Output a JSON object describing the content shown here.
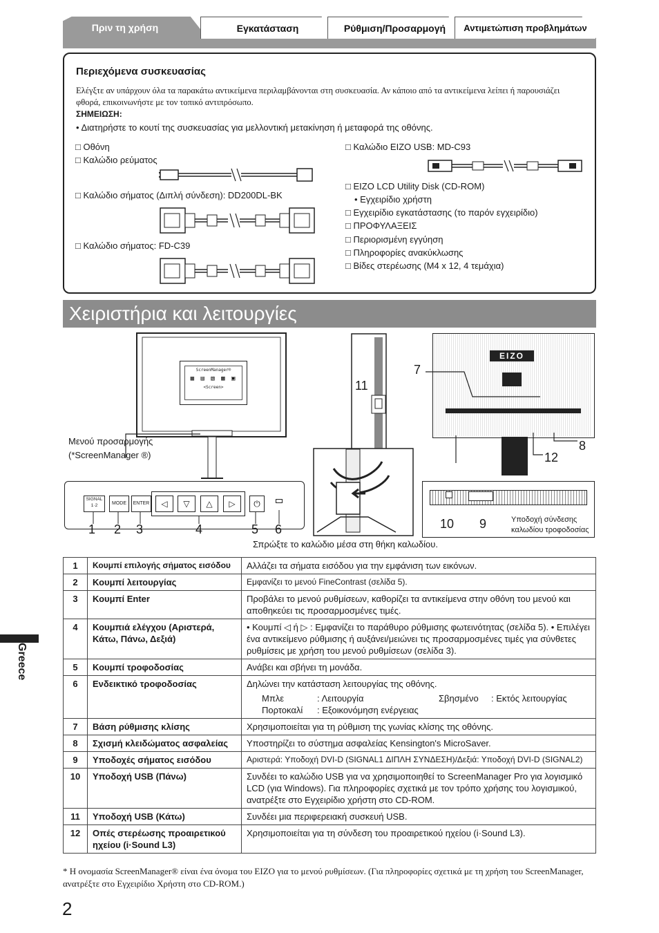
{
  "tabs": [
    "Πριν τη χρήση",
    "Εγκατάσταση",
    "Ρύθμιση/Προσαρμογή",
    "Αντιμετώπιση προβλημάτων"
  ],
  "package": {
    "title": "Περιεχόμενα συσκευασίας",
    "intro": "Ελέγξτε αν υπάρχουν όλα τα παρακάτω αντικείμενα περιλαμβάνονται στη συσκευασία. Αν κάποιο από τα αντικείμενα λείπει ή παρουσιάζει φθορά, επικοινωνήστε με τον τοπικό αντιπρόσωπο.",
    "note_label": "ΣΗΜΕΙΩΣΗ:",
    "note_bullet": "• Διατηρήστε το κουτί της συσκευασίας για μελλοντική μετακίνηση ή μεταφορά της οθόνης.",
    "left_items": [
      "□ Οθόνη",
      "□ Καλώδιο ρεύματος",
      "□ Καλώδιο σήματος (Διπλή σύνδεση): DD200DL-BK",
      "□ Καλώδιο σήματος: FD-C39"
    ],
    "right_items": [
      "□ Καλώδιο EIZO USB: MD-C93",
      "□ EIZO LCD Utility Disk (CD-ROM)",
      "• Εγχειρίδιο χρήστη",
      "□ Εγχειρίδιο εγκατάστασης (το παρόν εγχειρίδιο)",
      "□ ΠΡΟΦΥΛΑΞΕΙΣ",
      "□ Περιορισμένη εγγύηση",
      "□ Πληροφορίες ανακύκλωσης",
      "□ Βίδες στερέωσης (M4 x 12, 4 τεμάχια)"
    ]
  },
  "section_title": "Χειριστήρια και λειτουργίες",
  "diagram": {
    "screen_title": "ScreenManager®",
    "screen_sub": "<Screen>",
    "menu_label_1": "Μενού προσαρμογής",
    "menu_label_2": "(*ScreenManager ®)",
    "buttons": [
      "SIGNAL 1·2",
      "MODE",
      "ENTER"
    ],
    "bottom_numbers": [
      "1",
      "2",
      "3",
      "4",
      "5",
      "6"
    ],
    "logo": "EIZO",
    "rear_numbers": [
      "7",
      "11",
      "8",
      "12",
      "10",
      "9"
    ],
    "power_label": "Υποδοχή σύνδεσης καλωδίου τροφοδοσίας",
    "cable_caption": "Σπρώξτε το καλώδιο μέσα στη θήκη καλωδίου."
  },
  "table": [
    {
      "n": "1",
      "name": "Κουμπί επιλογής σήματος εισόδου",
      "desc": "Αλλάζει τα σήματα εισόδου για την εμφάνιση των εικόνων."
    },
    {
      "n": "2",
      "name": "Κουμπί λειτουργίας",
      "desc": "Εμφανίζει το μενού FineContrast (σελίδα 5)."
    },
    {
      "n": "3",
      "name": "Κουμπί Enter",
      "desc": "Προβάλει το μενού ρυθμίσεων, καθορίζει τα αντικείμενα στην οθόνη του μενού και αποθηκεύει τις προσαρμοσμένες τιμές."
    },
    {
      "n": "4",
      "name": "Κουμπιά ελέγχου (Αριστερά, Κάτω, Πάνω, Δεξιά)",
      "desc": "• Κουμπί ◁ ή ▷ : Εμφανίζει το παράθυρο ρύθμισης φωτεινότητας (σελίδα 5). • Επιλέγει ένα αντικείμενο ρύθμισης ή αυξάνει/μειώνει τις προσαρμοσμένες τιμές για σύνθετες ρυθμίσεις με χρήση του μενού ρυθμίσεων (σελίδα 3)."
    },
    {
      "n": "5",
      "name": "Κουμπί τροφοδοσίας",
      "desc": "Ανάβει και σβήνει τη μονάδα."
    },
    {
      "n": "6",
      "name": "Ενδεικτικό τροφοδοσίας",
      "desc": "Δηλώνει την κατάσταση λειτουργίας της οθόνης.",
      "states": [
        "Μπλε",
        ": Λειτουργία",
        "Σβησμένο",
        ": Εκτός λειτουργίας",
        "Πορτοκαλί",
        ": Εξοικονόμηση ενέργειας"
      ]
    },
    {
      "n": "7",
      "name": "Βάση ρύθμισης κλίσης",
      "desc": "Χρησιμοποιείται για τη ρύθμιση της γωνίας κλίσης της οθόνης."
    },
    {
      "n": "8",
      "name": "Σχισμή κλειδώματος ασφαλείας",
      "desc": "Υποστηρίζει το σύστημα ασφαλείας Kensington's MicroSaver."
    },
    {
      "n": "9",
      "name": "Υποδοχές σήματος εισόδου",
      "desc": "Αριστερά: Υποδοχή DVI-D (SIGNAL1 ΔΙΠΛΗ ΣΥΝΔΕΣΗ)/Δεξιά: Υποδοχή DVI-D (SIGNAL2)"
    },
    {
      "n": "10",
      "name": "Υποδοχή USB (Πάνω)",
      "desc": "Συνδέει το καλώδιο USB για να χρησιμοποιηθεί το ScreenManager Pro για λογισμικό LCD (για Windows). Για πληροφορίες σχετικά με τον τρόπο χρήσης του λογισμικού, ανατρέξτε στο Εγχειρίδιο χρήστη στο CD-ROM."
    },
    {
      "n": "11",
      "name": "Υποδοχή USB (Κάτω)",
      "desc": "Συνδέει μια περιφερειακή συσκευή USB."
    },
    {
      "n": "12",
      "name": "Οπές στερέωσης προαιρετικού ηχείου (i·Sound L3)",
      "desc": "Χρησιμοποιείται για τη σύνδεση του προαιρετικού ηχείου (i·Sound L3)."
    }
  ],
  "side_label": "Greece",
  "footnote": "* Η ονομασία ScreenManager® είναι ένα όνομα του EIZO για το μενού ρυθμίσεων. (Για πληροφορίες σχετικά με τη χρήση του ScreenManager, ανατρέξτε στο Εγχειρίδιο Χρήστη στο CD-ROM.)",
  "page_number": "2"
}
